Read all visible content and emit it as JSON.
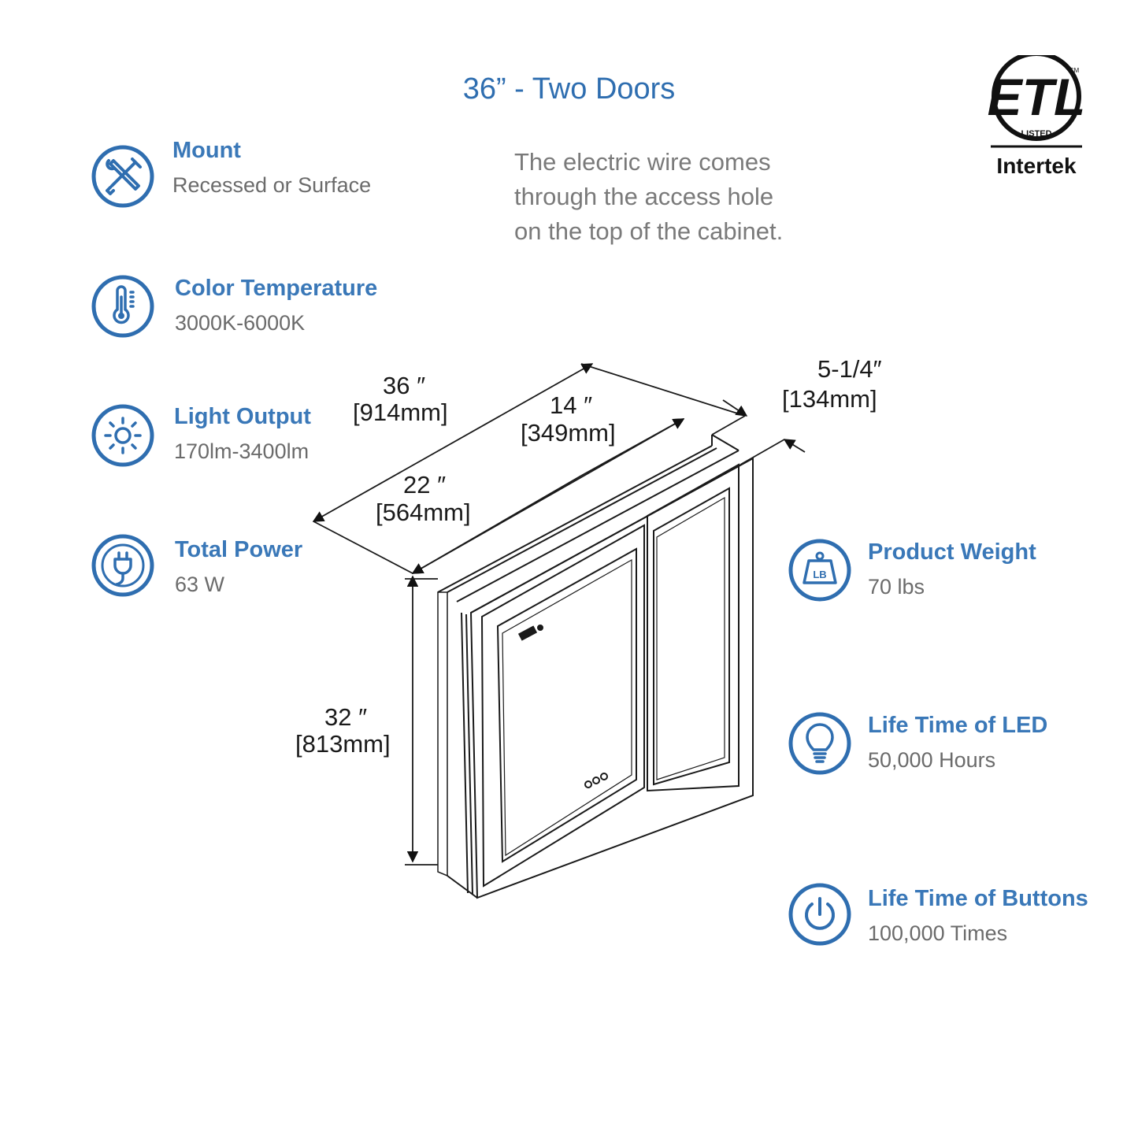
{
  "title": "36” - Two Doors",
  "note": [
    "The electric wire comes",
    "through the access hole",
    "on the top of the cabinet."
  ],
  "certification": {
    "mark": "ETL",
    "listed": "LISTED",
    "cm": "CM",
    "brand": "Intertek"
  },
  "specs_left": [
    {
      "label": "Mount",
      "value": "Recessed or Surface",
      "icon": "tools-icon"
    },
    {
      "label": "Color Temperature",
      "value": "3000K-6000K",
      "icon": "thermometer-icon"
    },
    {
      "label": "Light Output",
      "value": "170lm-3400lm",
      "icon": "sun-icon"
    },
    {
      "label": "Total Power",
      "value": "63 W",
      "icon": "plug-icon"
    }
  ],
  "specs_right": [
    {
      "label": "Product Weight",
      "value": "70 lbs",
      "icon": "weight-icon",
      "icon_text": "LB"
    },
    {
      "label": "Life Time of LED",
      "value": "50,000 Hours",
      "icon": "bulb-icon"
    },
    {
      "label": "Life Time of Buttons",
      "value": "100,000 Times",
      "icon": "power-icon"
    }
  ],
  "dimensions": {
    "width": {
      "imperial": "36 ″",
      "metric": "[914mm]"
    },
    "door_right": {
      "imperial": "14 ″",
      "metric": "[349mm]"
    },
    "door_left": {
      "imperial": "22 ″",
      "metric": "[564mm]"
    },
    "depth": {
      "imperial": "5-1/4″",
      "metric": "[134mm]"
    },
    "height": {
      "imperial": "32 ″",
      "metric": "[813mm]"
    }
  },
  "colors": {
    "accent": "#2f6eb0",
    "label": "#3a78b8",
    "value": "#6b6b6b",
    "note": "#7a7a7a"
  }
}
